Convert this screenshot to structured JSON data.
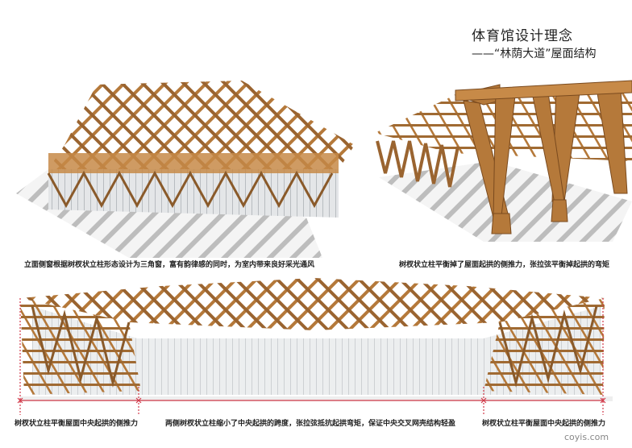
{
  "header": {
    "title": "体育馆设计理念",
    "subtitle": "——“林荫大道”屋面结构"
  },
  "captions": {
    "left_top": "立面侧窗根据树杈状立柱形态设计为三角窗，富有韵律感的同时，为室内带来良好采光通风",
    "right_top": "树杈状立柱平衡掉了屋面起拱的侧推力，张拉弦平衡掉起拱的弯矩",
    "bottom_left": "树杈状立柱平衡屋面中央起拱的侧推力",
    "bottom_center": "两侧树杈状立柱缩小了中央起拱的跨度，张拉弦抵抗起拱弯矩，保证中央交叉网壳结构轻盈",
    "bottom_right": "树杈状立柱平衡屋面中央起拱的侧推力"
  },
  "watermark": "coyis.com",
  "colors": {
    "wood": "#b5793a",
    "wood_dark": "#7a4a1e",
    "dimension": "#d23a4a",
    "glass": "#c9ccd0"
  }
}
